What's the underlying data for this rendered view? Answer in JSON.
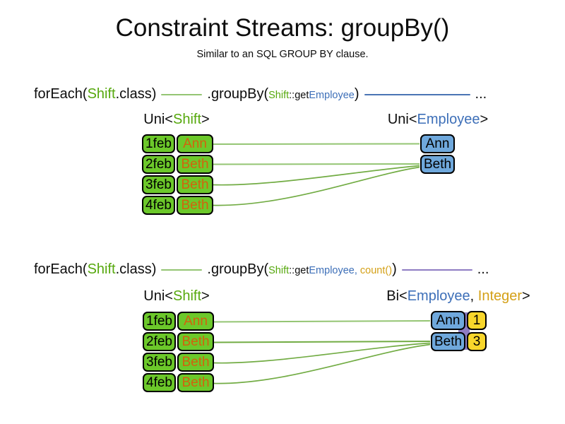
{
  "title": "Constraint Streams: groupBy()",
  "subtitle": "Similar to an SQL GROUP BY clause.",
  "colors": {
    "green_box": "#6cc82a",
    "green_text": "#56a80d",
    "orange_text": "#d2620e",
    "blue_box": "#6fa8dc",
    "blue_text": "#3d6fb8",
    "gold_text": "#d4a017",
    "yellow_box": "#f8d62b",
    "line_green_light": "#94c573",
    "line_green_dark": "#72ac44",
    "line_blue": "#4a74b4",
    "line_purple": "#8e7cc3"
  },
  "code1": {
    "foreach": "forEach(",
    "shift_arg": "Shift",
    "class_suffix": ".class)",
    "groupby": ".groupBy(",
    "param_shift": "Shift",
    "param_get": "::get",
    "param_employee": "Employee",
    "close_paren": ")",
    "ellipsis": "..."
  },
  "code2": {
    "foreach": "forEach(",
    "shift_arg": "Shift",
    "class_suffix": ".class)",
    "groupby": ".groupBy(",
    "param_shift": "Shift",
    "param_get": "::get",
    "param_employee": "Employee",
    "comma": ", ",
    "count_call": "count()",
    "close_paren": ")",
    "ellipsis": "..."
  },
  "diagram1": {
    "left_label": {
      "prefix": "Uni<",
      "type": "Shift",
      "suffix": ">"
    },
    "right_label": {
      "prefix": "Uni<",
      "type": "Employee",
      "suffix": ">"
    },
    "rows": [
      {
        "date": "1feb",
        "name": "Ann"
      },
      {
        "date": "2feb",
        "name": "Beth"
      },
      {
        "date": "3feb",
        "name": "Beth"
      },
      {
        "date": "4feb",
        "name": "Beth"
      }
    ],
    "groups": [
      {
        "name": "Ann"
      },
      {
        "name": "Beth"
      }
    ]
  },
  "diagram2": {
    "left_label": {
      "prefix": "Uni<",
      "type": "Shift",
      "suffix": ">"
    },
    "right_label": {
      "prefix": "Bi<",
      "type1": "Employee",
      "comma": ", ",
      "type2": "Integer",
      "suffix": ">"
    },
    "rows": [
      {
        "date": "1feb",
        "name": "Ann"
      },
      {
        "date": "2feb",
        "name": "Beth"
      },
      {
        "date": "3feb",
        "name": "Beth"
      },
      {
        "date": "4feb",
        "name": "Beth"
      }
    ],
    "groups": [
      {
        "name": "Ann",
        "count": "1"
      },
      {
        "name": "Beth",
        "count": "3"
      }
    ]
  }
}
